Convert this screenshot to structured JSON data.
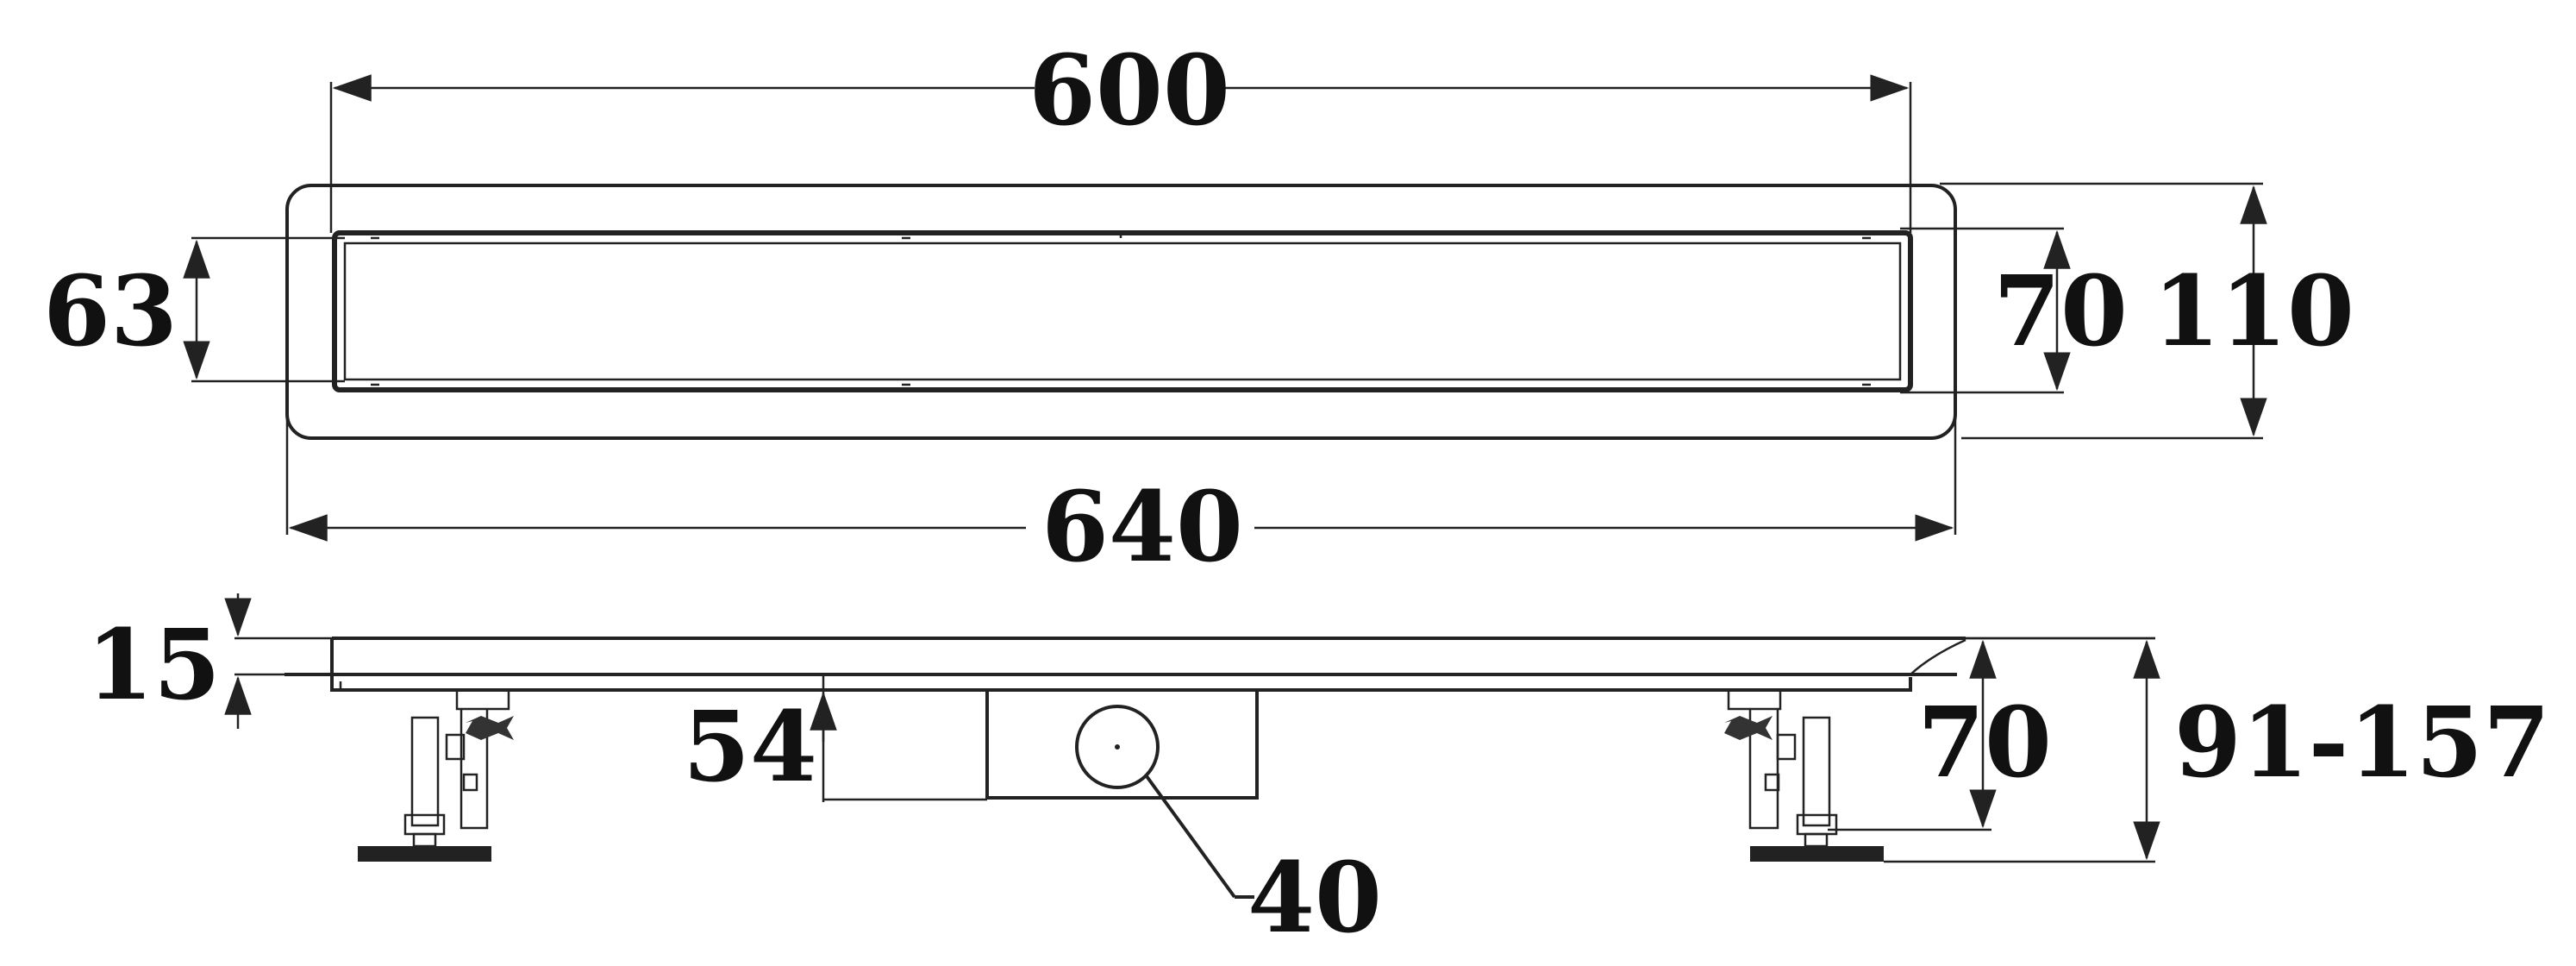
{
  "dimensions": {
    "grate_length": "600",
    "grate_width": "63",
    "channel_width": "70",
    "frame_width": "110",
    "frame_length": "640",
    "frame_thickness": "15",
    "body_depth": "54",
    "side_height": "70",
    "adjustable_height": "91-157",
    "outlet_diameter": "40"
  },
  "colors": {
    "line": "#222222",
    "text": "#111111",
    "background": "#ffffff"
  }
}
